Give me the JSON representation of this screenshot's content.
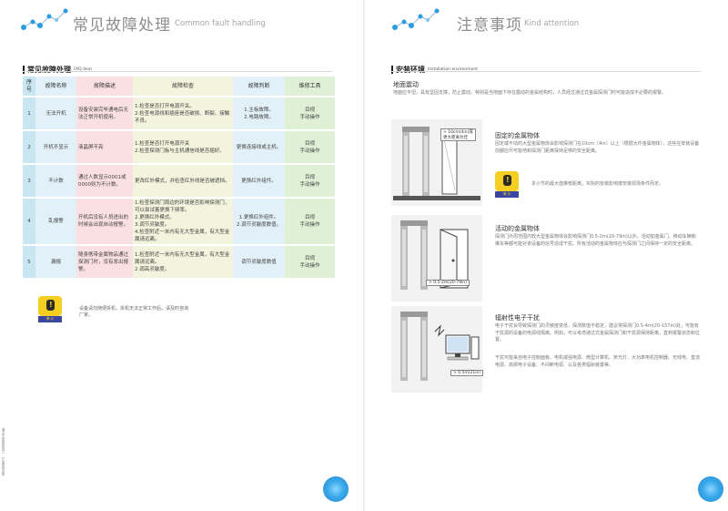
{
  "left_page": {
    "title_zh": "常见故障处理",
    "title_en": "Common fault handling",
    "section_zh": "常见故障处理",
    "section_en": "FAQ deal",
    "table": {
      "headers": [
        "序号",
        "故障名称",
        "故障描述",
        "故障检查",
        "故障判断",
        "维修工具"
      ],
      "rows": [
        {
          "no": "1",
          "name": "无法开机",
          "desc": "设备安装完毕通电后无法正常开机使用。",
          "check": "1.检查是否打开电源开关。\n2.检查电源线和插座是否破损、断裂、接触不良。",
          "judge": "1.主板故障。\n2.电路故障。",
          "tool": "目视\n手动操作"
        },
        {
          "no": "2",
          "name": "开机不显示",
          "desc": "液晶屏不亮",
          "check": "1.检查是否打开电源开关\n2.检查探测门板与主机通信线是否插好。",
          "judge": "更换连接线或主机。",
          "tool": "目视\n手动操作"
        },
        {
          "no": "3",
          "name": "不计数",
          "desc": "通过人数显示0001或0000则为不计数。",
          "check": "更改红外模式，并检查红外线是否被遮挡。",
          "judge": "更换红外组件。",
          "tool": "目视\n手动操作"
        },
        {
          "no": "4",
          "name": "乱报警",
          "desc": "开机后没有人员进出的时候会出现自动报警。",
          "check": "1.检查探测门周边的环境是否影响探测门，可以尝试着更换下频率。\n2.更换红外模式。\n3.调节灵敏度。\n4.检查附近一米内有无大型金属，有大型金属请远离。",
          "judge": "1.更换红外组件。\n2.调节灵敏度数值。",
          "tool": "目视\n手动操作"
        },
        {
          "no": "5",
          "name": "漏报",
          "desc": "随身携带金属物品通过探测门时，没有发出报警。",
          "check": "1.检查附近一米内有无大型金属，有大型金属请远离。\n2.调高灵敏度。",
          "judge": "调节灵敏度数值",
          "tool": "目视\n手动操作"
        }
      ]
    },
    "warning_label": "警 示",
    "warning_text": "设备请勿随便拆机，拆机无法正常工作后，请及时咨询厂家。",
    "vertical_text": "通过式金属探测门 · 产品使用说明",
    "colors": {
      "accent_blue": "#2b9be0",
      "table_blue": "#c9e6f3",
      "table_pink": "#fbe0e3",
      "table_yellow": "#f3f4dd",
      "table_green": "#dff0d7"
    }
  },
  "right_page": {
    "title_zh": "注意事项",
    "title_en": "Kind attention",
    "section_zh": "安装环境",
    "section_en": "Installation environment",
    "ground_title": "地面震动",
    "ground_text": "地面应平坦，具有坚固支撑，防止震动。特别是当地面下存在震动的金属结构时，人员经过通过式金属探测门时可能造成不必要的报警。",
    "fixed_title": "固定的金属物体",
    "fixed_text": "固定或不动的大型金属物体会影响探测门在10cm（4in）以上（根据大件金属物体），这些在安装设备前都应尽可能地和探测门距离保持足够的安全距离。",
    "fixed_label": "> 10cm(4in)或\n更大距离为佳",
    "fixed_note": "本小节的最大值推荐距离，实际的安装影响按安装现场条件而定。",
    "moving_title": "活动的金属物体",
    "moving_text": "探测门外周范围内较大型金属物体会影响探测门0.5-2m(20-79in)以外。活动如金属门、移动车辆和推车等都可能对该设备的信号造成干扰。所有活动的金属物体应与探测门之间保持一定的安全距离。",
    "moving_label": "> 0.5-2m(20-79in)",
    "emi_title": "辐射性电子干扰",
    "emi_text": "电子干扰会导致探测门的灵敏度变低，探测数值不稳定，建议将探测门0.5-4m(20-157in)处，可能有干扰源的设备的电源线隔离。例如，可以考虑通过式金属探测门和干扰源保持距离，直到报警状态和位置。",
    "emi_text2": "干扰可能来自电子控制面板、电机或强电源、微型计算机、荧光灯、大功率电机控制器、无线电、直流电源、高频电子设备、不间断电源、以及各类辐射装置等。",
    "emi_label": "> 0.5m(21in)"
  }
}
